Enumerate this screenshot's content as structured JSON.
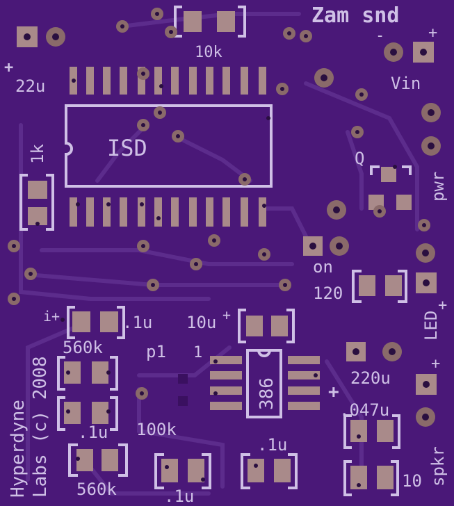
{
  "board_title": "Zam snd",
  "labels": {
    "r_10k": "10k",
    "c_22u": "22u",
    "ic_isd": "ISD",
    "r_1k": "1k",
    "q": "Q",
    "vin": "Vin",
    "vin_minus": "-",
    "vin_plus": "+",
    "pwr": "pwr",
    "on": "on",
    "r_120": "120",
    "led": "LED",
    "led_plus": "+",
    "c_i_plus": "i+",
    "c_p1u_top": ".1u",
    "c_10u": "10u",
    "c_10u_plus": "+",
    "r_560k_top": "560k",
    "p1": "p1",
    "pin1": "1",
    "ic_386": "386",
    "c_220u": "220u",
    "c_220u_plus": "+",
    "spkr_plus": "+",
    "c_047u": ".047u",
    "c_p1u_mid": ".1u",
    "r_100k": "100k",
    "c_p1u_bot": ".1u",
    "c_p1u_bot2": ".1u",
    "r_560k_bot": "560k",
    "r_10": "10",
    "spkr": "spkr",
    "c_22u_plus": "+"
  },
  "credit": {
    "line1": "Hyperdyne",
    "line2": "Labs (c) 2008"
  },
  "colors": {
    "board": "#4a1878",
    "trace": "#5a2a8a",
    "silkscreen": "#cfc0e6",
    "pad": "#a98a8a",
    "hole": "#2a0f40"
  }
}
